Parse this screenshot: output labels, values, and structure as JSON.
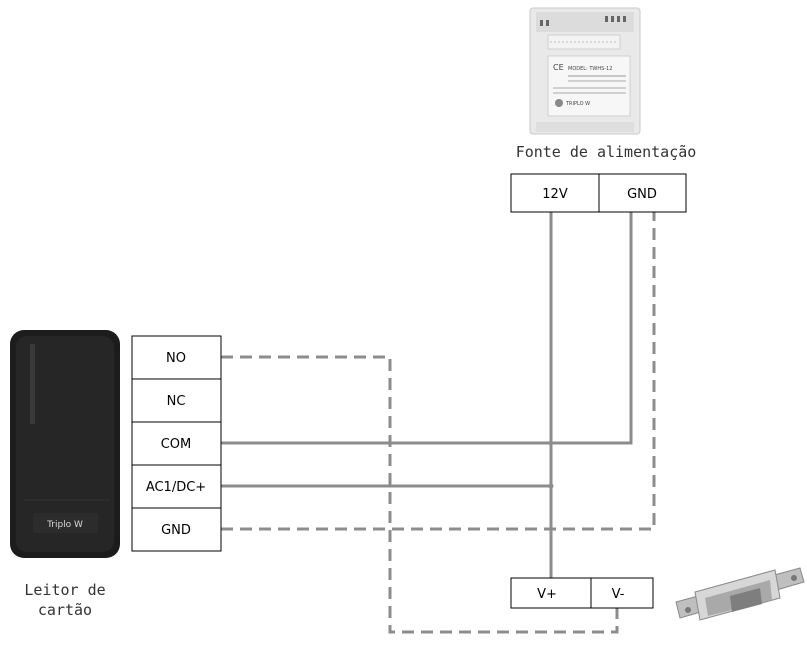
{
  "power_supply": {
    "caption": "Fonte de alimentação",
    "terminals": [
      "12V",
      "GND"
    ],
    "device_lines": [
      "MODEL: TWHS-12",
      "TRIPLO W"
    ]
  },
  "reader": {
    "caption_line1": "Leitor de",
    "caption_line2": "cartão",
    "brand": "Triplo W",
    "terminals": [
      "NO",
      "NC",
      "COM",
      "AC1/DC+",
      "GND"
    ]
  },
  "lock": {
    "terminals": [
      "V+",
      "V-"
    ]
  },
  "colors": {
    "wire_solid": "#8c8c8c",
    "wire_dashed": "#8c8c8c",
    "box_stroke": "#000000",
    "reader_body": "#1c1c1c"
  }
}
